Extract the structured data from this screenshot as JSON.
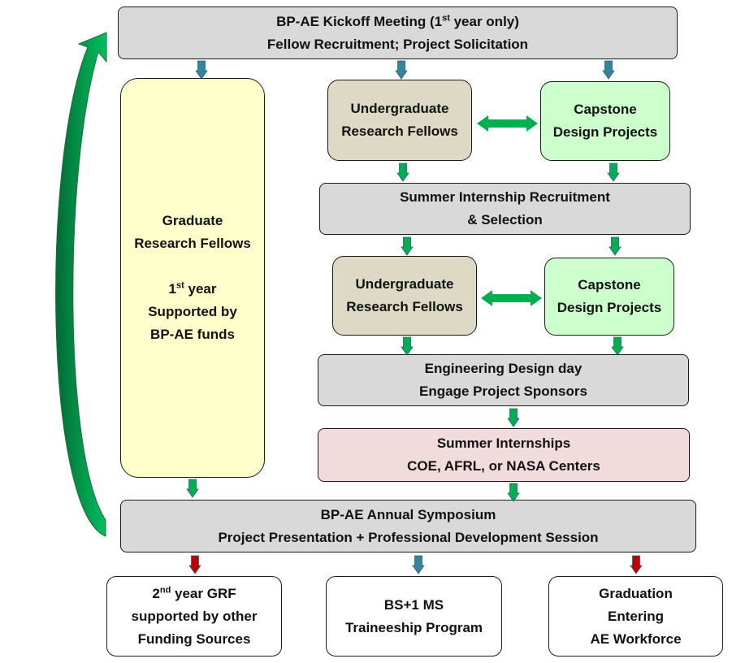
{
  "kickoff": {
    "line1_pre": "BP-AE Kickoff Meeting (1",
    "line1_sup": "st",
    "line1_post": " year only)",
    "line2": "Fellow Recruitment; Project Solicitation"
  },
  "graduate": {
    "line1": "Graduate",
    "line2": "Research Fellows",
    "line3_pre": "1",
    "line3_sup": "st",
    "line3_post": " year",
    "line4": "Supported by",
    "line5": "BP-AE funds"
  },
  "ugrf_1": {
    "line1": "Undergraduate",
    "line2": "Research Fellows"
  },
  "capstone_1": {
    "line1": "Capstone",
    "line2": "Design Projects"
  },
  "recruitment": {
    "line1": "Summer Internship Recruitment",
    "line2": "& Selection"
  },
  "ugrf_2": {
    "line1": "Undergraduate",
    "line2": "Research Fellows"
  },
  "capstone_2": {
    "line1": "Capstone",
    "line2": "Design Projects"
  },
  "design_day": {
    "line1": "Engineering Design day",
    "line2": "Engage Project Sponsors"
  },
  "internships": {
    "line1": "Summer Internships",
    "line2": "COE, AFRL, or NASA Centers"
  },
  "symposium": {
    "line1": "BP-AE Annual Symposium",
    "line2": "Project Presentation + Professional Development Session"
  },
  "outcome_grf": {
    "line1_pre": "2",
    "line1_sup": "nd",
    "line1_post": " year GRF",
    "line2": "supported by other",
    "line3": "Funding Sources"
  },
  "outcome_ms": {
    "line1": "BS+1 MS",
    "line2": "Traineeship Program"
  },
  "outcome_workforce": {
    "line1": "Graduation",
    "line2": "Entering",
    "line3": "AE Workforce"
  },
  "colors": {
    "arrow_green": "#00b050",
    "arrow_teal": "#31859c",
    "arrow_red": "#c00000",
    "loop_green": "#00a651"
  }
}
